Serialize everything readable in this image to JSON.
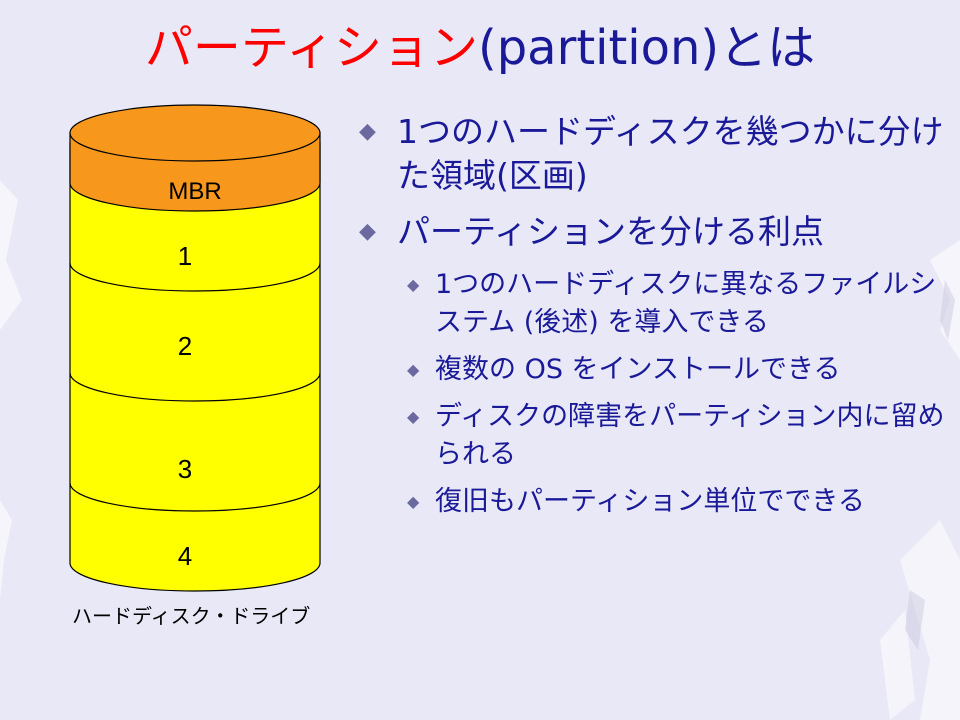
{
  "title": {
    "jp": "パーティション",
    "en": "(partition)とは"
  },
  "disk": {
    "segments": [
      {
        "label": "MBR",
        "color": "#f7981d"
      },
      {
        "label": "1",
        "color": "#ffff00"
      },
      {
        "label": "2",
        "color": "#ffff00"
      },
      {
        "label": "3",
        "color": "#ffff00"
      },
      {
        "label": "4",
        "color": "#ffff00"
      }
    ],
    "caption": "ハードディスク・ドライブ"
  },
  "bullets": [
    {
      "text": "1つのハードディスクを幾つかに分けた領域(区画)",
      "level": 1
    },
    {
      "text": "パーティションを分ける利点",
      "level": 1
    },
    {
      "text": "1つのハードディスクに異なるファイルシステム (後述) を導入できる",
      "level": 2
    },
    {
      "text": "複数の OS をインストールできる",
      "level": 2
    },
    {
      "text": "ディスクの障害をパーティション内に留められる",
      "level": 2
    },
    {
      "text": "復旧もパーティション単位でできる",
      "level": 2
    }
  ],
  "colors": {
    "title_accent": "#ff0000",
    "title_text": "#1a1a99",
    "body_text": "#1a1a99",
    "mbr": "#f7981d",
    "partition": "#ffff00"
  }
}
